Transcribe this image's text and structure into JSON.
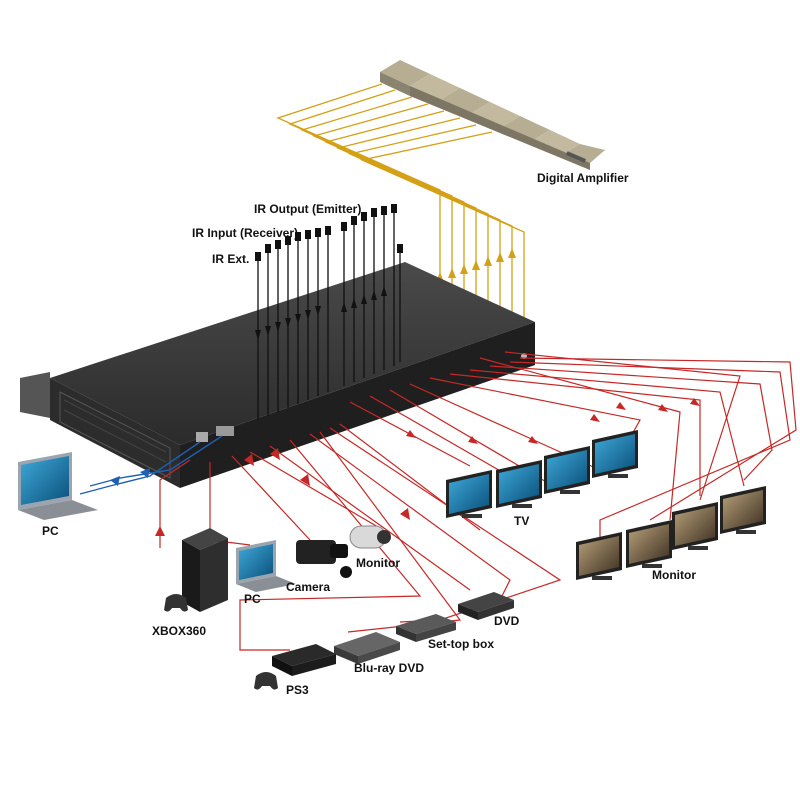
{
  "labels": {
    "digital_amplifier": "Digital Amplifier",
    "ir_output": "IR Output (Emitter)",
    "ir_input": "IR Input (Receiver)",
    "ir_ext": "IR Ext.",
    "pc_laptop": "PC",
    "tv": "TV",
    "monitor_right": "Monitor",
    "monitor_camera": "Monitor",
    "camera": "Camera",
    "pc_small": "PC",
    "xbox": "XBOX360",
    "dvd": "DVD",
    "settop": "Set-top box",
    "bluray": "Blu-ray DVD",
    "ps3": "PS3"
  },
  "colors": {
    "signal_cable": "#c62828",
    "amplifier_cable": "#d4a017",
    "ir_cable": "#111111",
    "network_cable": "#1e5fb4",
    "chassis": "#3a3a3a",
    "amplifier_unit": "#c8bfa6"
  },
  "icons": {
    "matrix": "hdmi-matrix-switcher-icon",
    "amplifier": "digital-amplifier-icon",
    "tv": "tv-icon",
    "monitor": "monitor-icon",
    "laptop": "laptop-icon",
    "console": "game-console-icon",
    "controller": "gamepad-icon",
    "camera": "camcorder-icon",
    "cctv": "security-camera-icon",
    "player": "media-player-icon"
  }
}
